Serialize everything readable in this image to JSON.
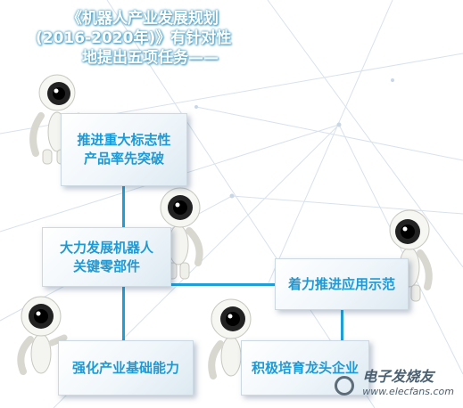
{
  "title": {
    "line1": "《机器人产业发展规划",
    "line2": "(2016-2020年)》有针对性",
    "line3": "地提出五项任务——"
  },
  "tasks": [
    {
      "line1": "推进重大标志性",
      "line2": "产品率先突破"
    },
    {
      "line1": "大力发展机器人",
      "line2": "关键零部件"
    },
    {
      "line1": "着力推进应用示范",
      "line2": ""
    },
    {
      "line1": "强化产业基础能力",
      "line2": ""
    },
    {
      "line1": "积极培育龙头企业",
      "line2": ""
    }
  ],
  "watermark": {
    "cn": "电子发烧友",
    "en": "www.elecfans.com"
  },
  "colors": {
    "accent": "#1d9ad6",
    "connector": "#1e9fd8",
    "robot_body": "#f4f4f0",
    "robot_lens": "#111111"
  }
}
